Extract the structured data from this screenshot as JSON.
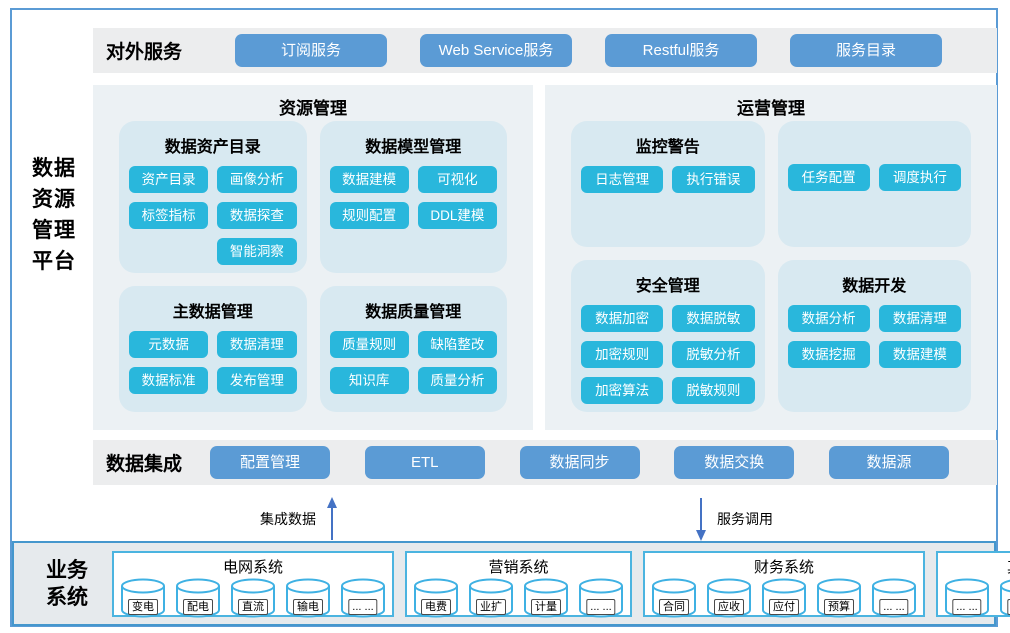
{
  "platform": {
    "label": "数据\n资源\n管理\n平台"
  },
  "colors": {
    "accent_blue": "#5b9bd5",
    "chip_cyan": "#29b7dc",
    "panel_bg": "#ecf1f4",
    "feature_box_bg": "#d8e9f1",
    "strip_bg": "#ecedee",
    "arrow_blue": "#4472c4",
    "business_border": "#4597cd",
    "cylinder_stroke": "#3fb1e3"
  },
  "services": {
    "label": "对外服务",
    "buttons": [
      "订阅服务",
      "Web Service服务",
      "Restful服务",
      "服务目录"
    ]
  },
  "resource_panel": {
    "title": "资源管理",
    "boxes": [
      {
        "title": "数据资产目录",
        "items": [
          "资产目录",
          "画像分析",
          "标签指标",
          "数据探查",
          null,
          "智能洞察"
        ]
      },
      {
        "title": "数据模型管理",
        "items": [
          "数据建模",
          "可视化",
          "规则配置",
          "DDL建模"
        ]
      },
      {
        "title": "主数据管理",
        "items": [
          "元数据",
          "数据清理",
          "数据标准",
          "发布管理"
        ]
      },
      {
        "title": "数据质量管理",
        "items": [
          "质量规则",
          "缺陷整改",
          "知识库",
          "质量分析"
        ]
      }
    ]
  },
  "operation_panel": {
    "title": "运营管理",
    "boxes": [
      {
        "title": "监控警告",
        "items": [
          "日志管理",
          "执行错误"
        ]
      },
      {
        "title": "",
        "items": [
          "任务配置",
          "调度执行"
        ]
      },
      {
        "title": "安全管理",
        "items": [
          "数据加密",
          "数据脱敏",
          "加密规则",
          "脱敏分析",
          "加密算法",
          "脱敏规则"
        ]
      },
      {
        "title": "数据开发",
        "items": [
          "数据分析",
          "数据清理",
          "数据挖掘",
          "数据建模"
        ]
      }
    ]
  },
  "integration": {
    "label": "数据集成",
    "buttons": [
      "配置管理",
      "ETL",
      "数据同步",
      "数据交换",
      "数据源"
    ]
  },
  "flows": {
    "up_label": "集成数据",
    "down_label": "服务调用"
  },
  "business": {
    "label": "业务\n系统",
    "groups": [
      {
        "title": "电网系统",
        "items": [
          "变电",
          "配电",
          "直流",
          "输电",
          "... ..."
        ]
      },
      {
        "title": "营销系统",
        "items": [
          "电费",
          "业扩",
          "计量",
          "... ..."
        ]
      },
      {
        "title": "财务系统",
        "items": [
          "合同",
          "应收",
          "应付",
          "预算",
          "... ..."
        ]
      },
      {
        "title": "其他",
        "items": [
          "... ...",
          "... ...",
          "... ..."
        ]
      }
    ]
  }
}
